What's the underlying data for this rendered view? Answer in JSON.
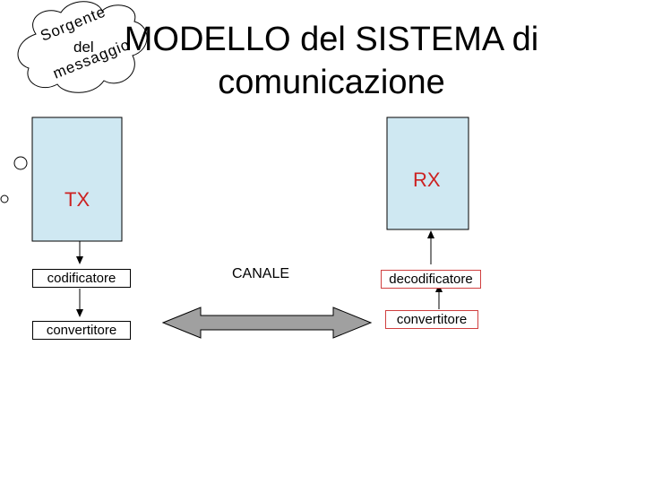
{
  "title": {
    "line1": "MODELLO del SISTEMA di",
    "line2": "comunicazione"
  },
  "cloud": {
    "text_words": [
      "Sorgente",
      "del",
      "messaggio"
    ]
  },
  "blocks": {
    "tx": {
      "label": "TX",
      "encoder": "codificatore",
      "converter": "convertitore"
    },
    "rx": {
      "label": "RX",
      "decoder": "decodificatore",
      "converter": "convertitore"
    }
  },
  "channel": {
    "label": "CANALE"
  },
  "colors": {
    "box_fill": "#cfe8f2",
    "label_red": "#cc2222",
    "arrow_fill": "#a0a0a0"
  }
}
